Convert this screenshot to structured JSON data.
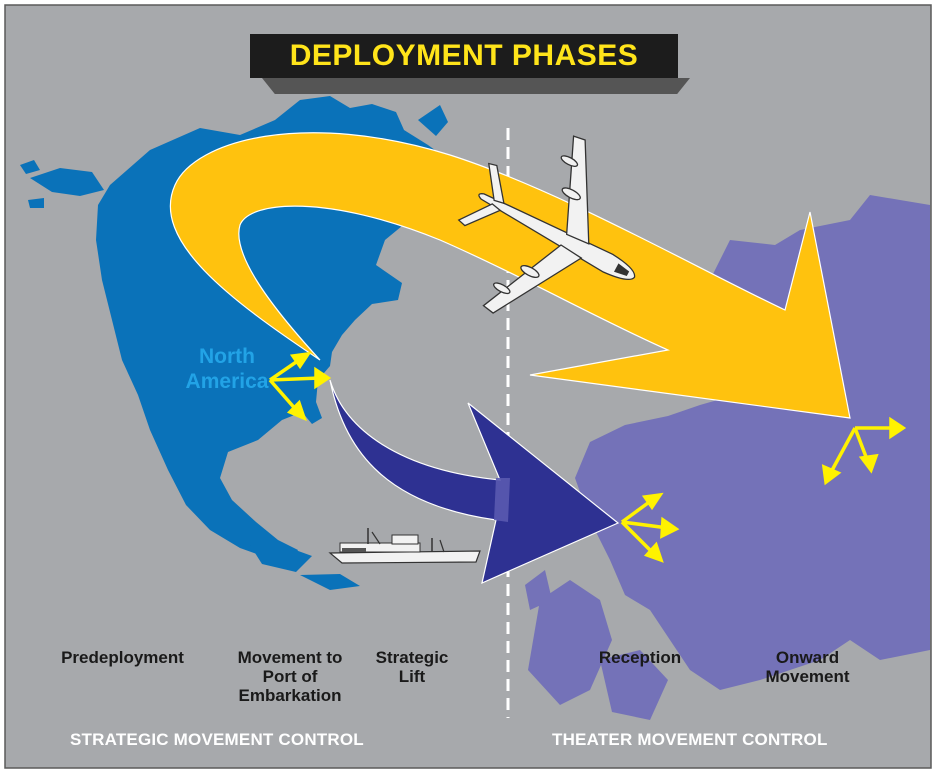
{
  "title": "DEPLOYMENT PHASES",
  "region_label": "North\nAmerica",
  "phases": [
    "Predeployment",
    "Movement to\nPort of\nEmbarkation",
    "Strategic\nLift",
    "Reception",
    "Onward\nMovement"
  ],
  "control_zones": {
    "left": "STRATEGIC MOVEMENT CONTROL",
    "right": "THEATER MOVEMENT CONTROL"
  },
  "colors": {
    "background": "#a7a9ac",
    "north_america": "#0a72b9",
    "theater": "#7472b8",
    "air_arrow": "#ffc20e",
    "sea_arrow": "#2e3192",
    "dispersal_arrows": "#fff200",
    "title_bg": "#1c1c1c",
    "title_text": "#ffe41a"
  },
  "icons": [
    "airplane-icon",
    "ship-icon",
    "dispersal-arrows-icon"
  ]
}
